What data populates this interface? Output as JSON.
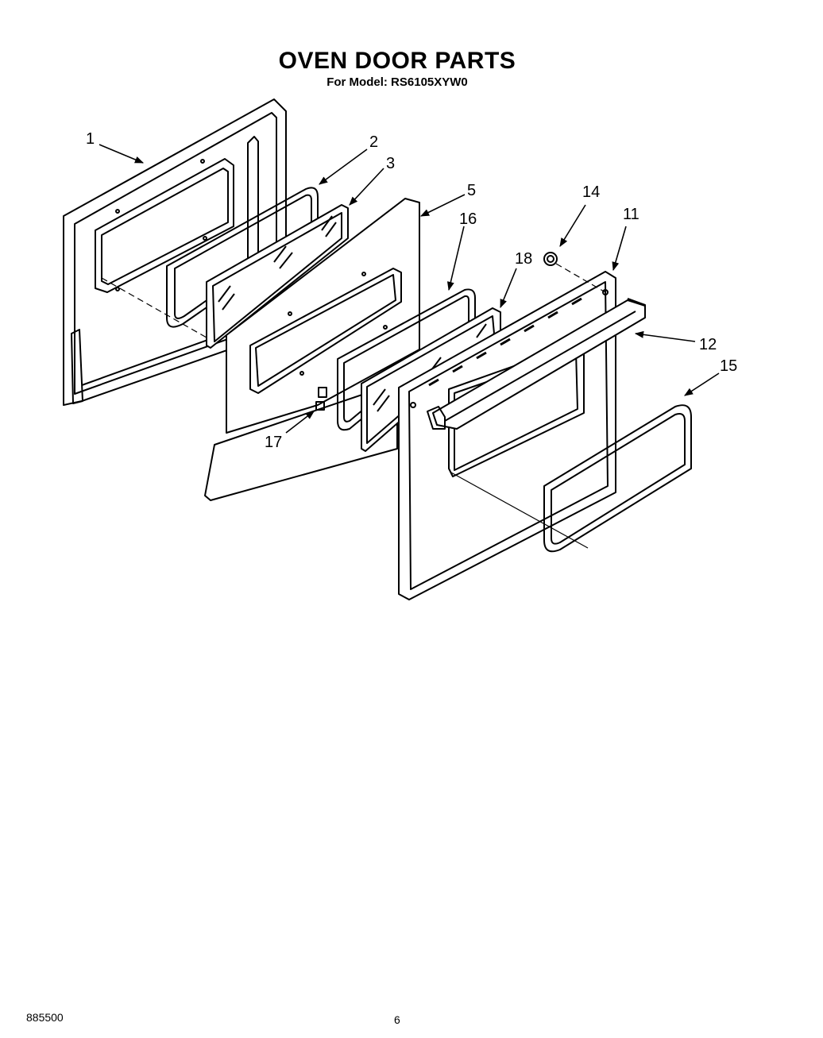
{
  "header": {
    "title": "OVEN DOOR PARTS",
    "subtitle": "For Model: RS6105XYW0"
  },
  "callouts": [
    {
      "id": "1",
      "label": "1"
    },
    {
      "id": "2",
      "label": "2"
    },
    {
      "id": "3",
      "label": "3"
    },
    {
      "id": "5",
      "label": "5"
    },
    {
      "id": "14",
      "label": "14"
    },
    {
      "id": "11",
      "label": "11"
    },
    {
      "id": "16",
      "label": "16"
    },
    {
      "id": "18",
      "label": "18"
    },
    {
      "id": "12",
      "label": "12"
    },
    {
      "id": "15",
      "label": "15"
    },
    {
      "id": "17",
      "label": "17"
    }
  ],
  "footer": {
    "doc_number": "885500",
    "page_number": "6"
  }
}
